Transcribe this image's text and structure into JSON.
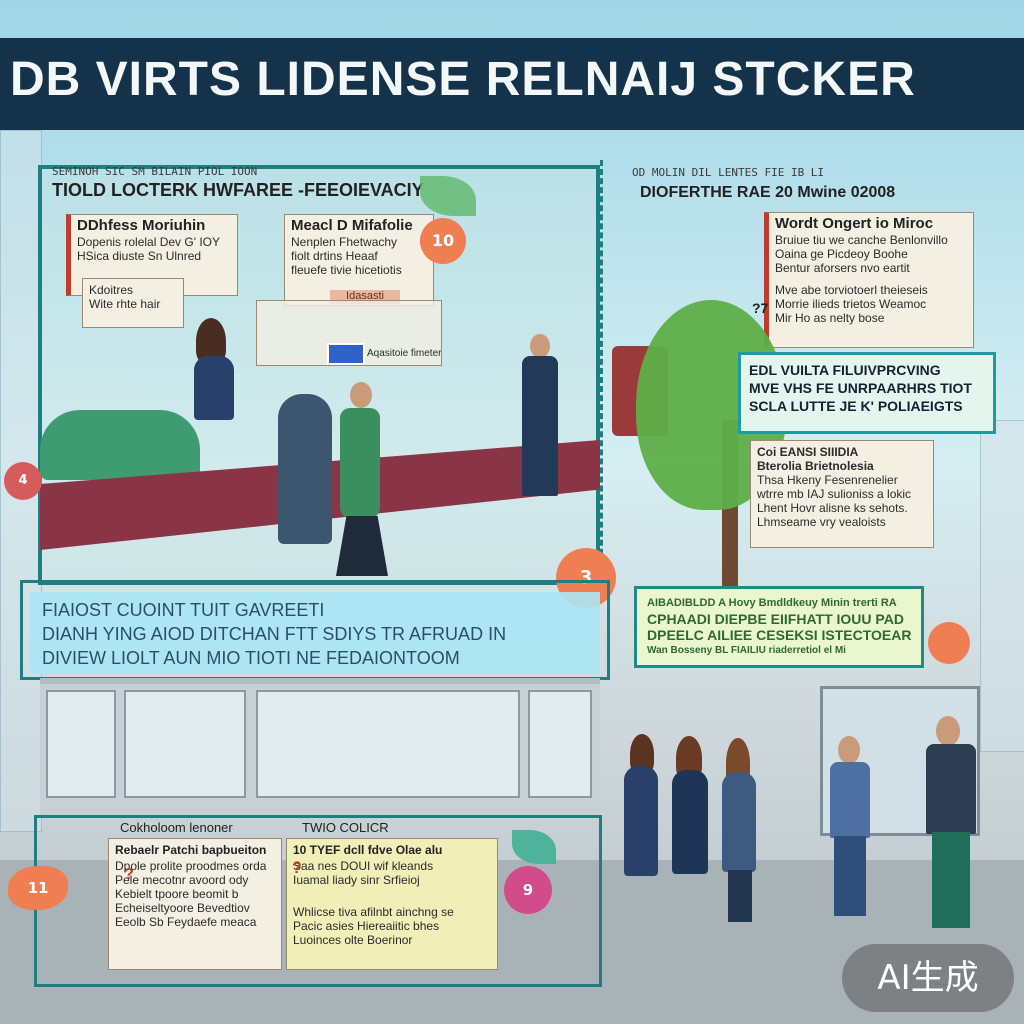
{
  "title": "DB VIRTS LIDENSE RELNAIJ STCKER",
  "panel_top_left": {
    "header_small": "SEMINOH SIC SM BILAIN PIOL IOON",
    "header": "TIOLD LOCTERK HWFAREE -FEEOIEVACIY",
    "note_a": {
      "heading": "DDhfess Moriuhin",
      "lines": [
        "Dopenis rolelal Dev G' IOY",
        "HSica diuste Sn Ulnred",
        "Kdoitres",
        "Wite rhte hair"
      ]
    },
    "note_b": {
      "heading": "Meacl D Mifafolie",
      "lines": [
        "Nenplen Fhetwachy",
        "fiolt drtins Heaaf",
        "fleuefe tivie hicetiotis"
      ],
      "tag": "Idasasti"
    },
    "note_c_line": "Aqasitoie fimeterior"
  },
  "panel_top_right": {
    "header_small": "OD MOLIN DIL LENTES FIE IB LI",
    "header": "DIOFERTHE RAE 20 Mwine 02008",
    "note": {
      "heading": "Wordt Ongert io Miroc",
      "lines": [
        "Bruiue tiu we canche Benlonvillo",
        "Oaina ge Picdeoy Boohe",
        "Bentur aforsers nvo eartit",
        "Mve abe torviotoerl theieseis",
        "Morrie ilieds trietos Weamoc",
        "Mir Ho as nelty bose"
      ],
      "mark": "?7"
    },
    "callout_lines": [
      "EDL VUILTA FILUIVPRCVING",
      "MVE VHS FE UNRPAARHRS TIOT",
      "SCLA LUTTE JE K' POLIAEIGTS"
    ],
    "note_small": {
      "heading": "Coi EANSI SIIIDIA",
      "subheading": "Bterolia Brietnolesia",
      "lines": [
        "Thsa Hkeny Fesenrenelier",
        "wtrre mb IAJ sulioniss a lokic",
        "Lhent Hovr alisne ks sehots.",
        "Lhmseame vry vealoists"
      ]
    }
  },
  "banner_left": {
    "line1": "FIAIOST CUOINT TUIT        GAVREETI",
    "line2": "DIANH YING AIOD DITCHAN FTT  SDIYS TR AFRUAD IN",
    "line3": "DIVIEW LIOLT AUN MIO TIOTI NE FEDAIONTOOM"
  },
  "banner_right_lines": [
    "AIBADIBLDD A Hovy Bmdldkeuy Minin trerti RA",
    "CPHAADI DIEPBE EIIFHATT IOUU PAD",
    "DPEELC AILIEE CESEKSI ISTECTOEARS'",
    "Wan Bosseny BL FIAILIU riaderretiol el Mi"
  ],
  "bottom_left": {
    "label_left": "Cokholoom lenoner",
    "label_right": "TWIO COLICR",
    "left_note": {
      "heading": "Rebaelr Patchi bapbueiton",
      "lines": [
        "Dpole prolite proodmes orda",
        "Pele mecotnr avoord ody",
        "Kebielt tpoore beomit b",
        "Echeiseltyoore Bevedtiov",
        "Eeolb Sb Feydaefe meaca"
      ],
      "mark": "?"
    },
    "right_note": {
      "heading": "10 TYEF dcll fdve Olae alu",
      "lines": [
        "Saa nes DOUI wif kleands",
        "Iuamal liady sinr Srfieioj",
        "Whlicse tiva afilnbt ainchng se",
        "Pacic asies Hiereaiitic bhes",
        "Luoinces olte Boerinor"
      ],
      "mark": "?"
    }
  },
  "badges": {
    "top_left": "10",
    "left_edge": "4",
    "center": "3",
    "bottom_left": "11",
    "bottom_center": "9"
  },
  "ai_button": "AI生成"
}
